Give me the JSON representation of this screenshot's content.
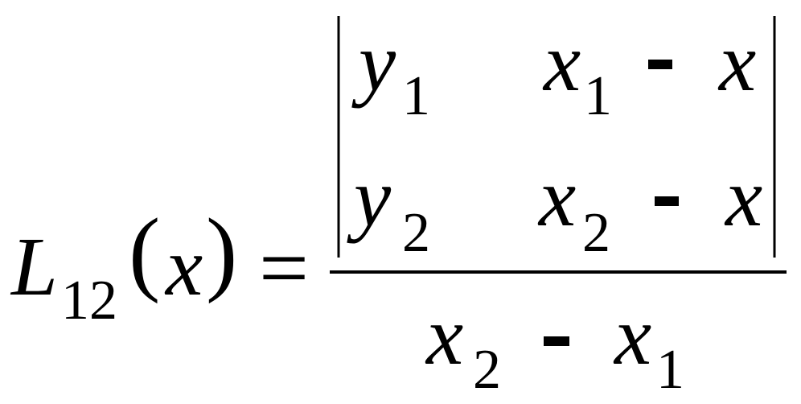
{
  "formula": {
    "lhs": {
      "func": "L",
      "sub": "12",
      "lparen": "(",
      "arg": "x",
      "rparen": ")"
    },
    "equals": "=",
    "determinant": {
      "rows": [
        {
          "y": "y",
          "y_sub": "1",
          "x": "x",
          "x_sub": "1",
          "minus": "-",
          "x2": "x"
        },
        {
          "y": "y",
          "y_sub": "2",
          "x": "x",
          "x_sub": "2",
          "minus": "-",
          "x2": "x"
        }
      ]
    },
    "denominator": {
      "a": "x",
      "a_sub": "2",
      "minus": "-",
      "b": "x",
      "b_sub": "1"
    }
  }
}
